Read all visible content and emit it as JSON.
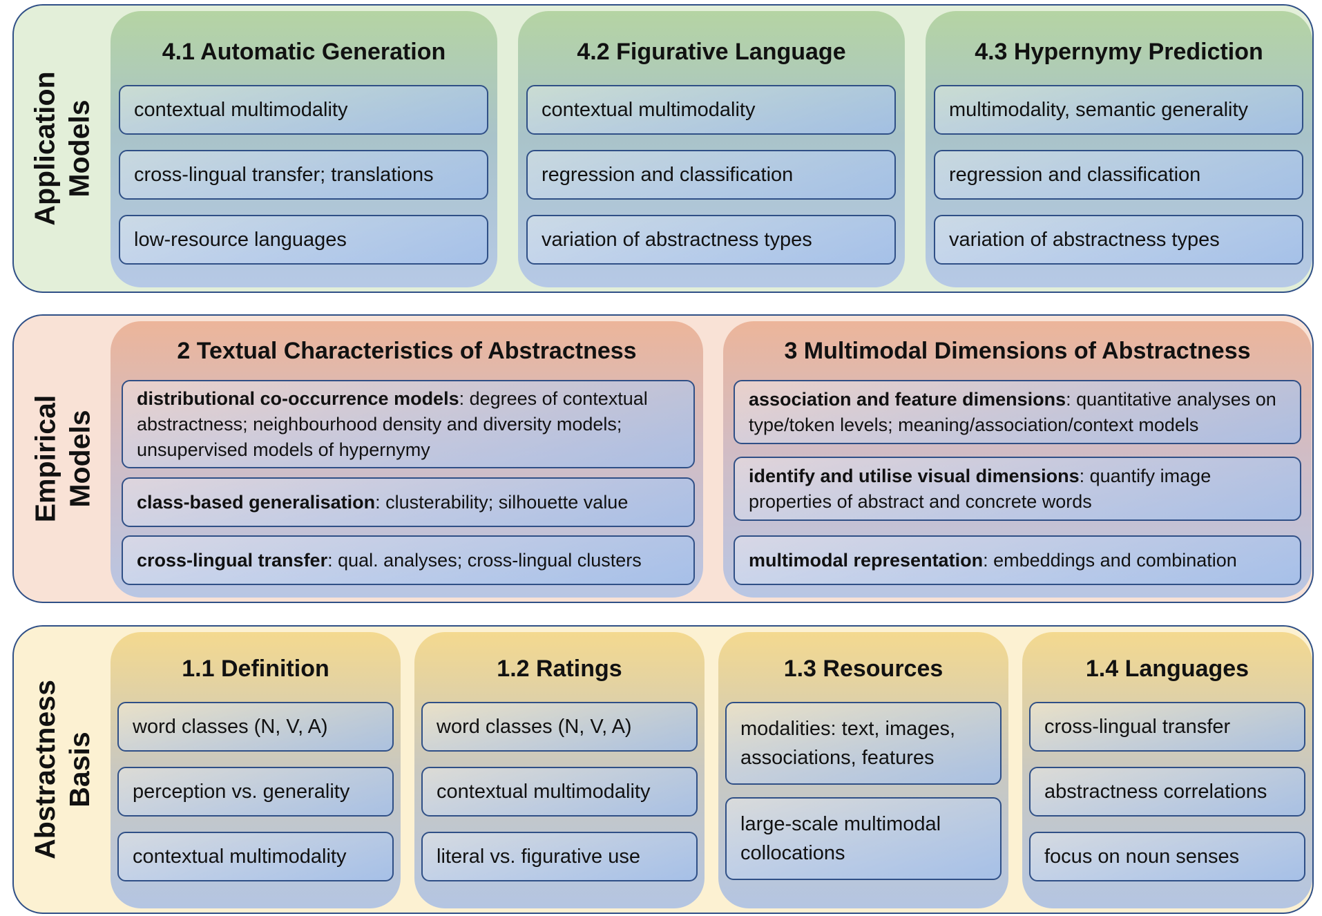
{
  "layers": {
    "application": {
      "label_lines": [
        "Application",
        "Models"
      ],
      "panels": [
        {
          "title": "4.1 Automatic Generation",
          "items": [
            "contextual multimodality",
            "cross-lingual transfer; translations",
            "low-resource languages"
          ]
        },
        {
          "title": "4.2 Figurative Language",
          "items": [
            "contextual multimodality",
            "regression and classification",
            "variation of abstractness types"
          ]
        },
        {
          "title": "4.3 Hypernymy Prediction",
          "items": [
            "multimodality, semantic generality",
            "regression and classification",
            "variation of abstractness types"
          ]
        }
      ]
    },
    "empirical": {
      "label_lines": [
        "Empirical",
        "Models"
      ],
      "panels": [
        {
          "title": "2 Textual Characteristics of Abstractness",
          "items": [
            {
              "bold": "distributional co-occurrence models",
              "rest": ": degrees of contextual abstractness; neighbourhood density and diversity models; unsupervised models of hypernymy"
            },
            {
              "bold": "class-based generalisation",
              "rest": ": clusterability; silhouette value"
            },
            {
              "bold": "cross-lingual transfer",
              "rest": ": qual. analyses; cross-lingual clusters"
            }
          ]
        },
        {
          "title": "3 Multimodal Dimensions of Abstractness",
          "items": [
            {
              "bold": "association and feature dimensions",
              "rest": ": quantitative analyses on type/token levels; meaning/association/context models"
            },
            {
              "bold": "identify and utilise visual dimensions",
              "rest": ": quantify image properties of abstract and concrete words"
            },
            {
              "bold": "multimodal representation",
              "rest": ": embeddings and combination"
            }
          ]
        }
      ]
    },
    "basis": {
      "label_lines": [
        "Abstractness",
        "Basis"
      ],
      "panels": [
        {
          "title": "1.1 Definition",
          "items": [
            "word classes (N, V, A)",
            "perception vs. generality",
            "contextual multimodality"
          ]
        },
        {
          "title": "1.2 Ratings",
          "items": [
            "word classes (N, V, A)",
            "contextual multimodality",
            "literal vs. figurative use"
          ]
        },
        {
          "title": "1.3 Resources",
          "items": [
            "modalities: text, images, associations, features",
            "large-scale multimodal collocations"
          ]
        },
        {
          "title": "1.4 Languages",
          "items": [
            "cross-lingual transfer",
            "abstractness correlations",
            "focus on noun senses"
          ]
        }
      ]
    }
  },
  "colors": {
    "border": "#2f4f86",
    "application_bg": "#e3efd9",
    "empirical_bg": "#f9e2d6",
    "basis_bg": "#fcf1d2"
  }
}
